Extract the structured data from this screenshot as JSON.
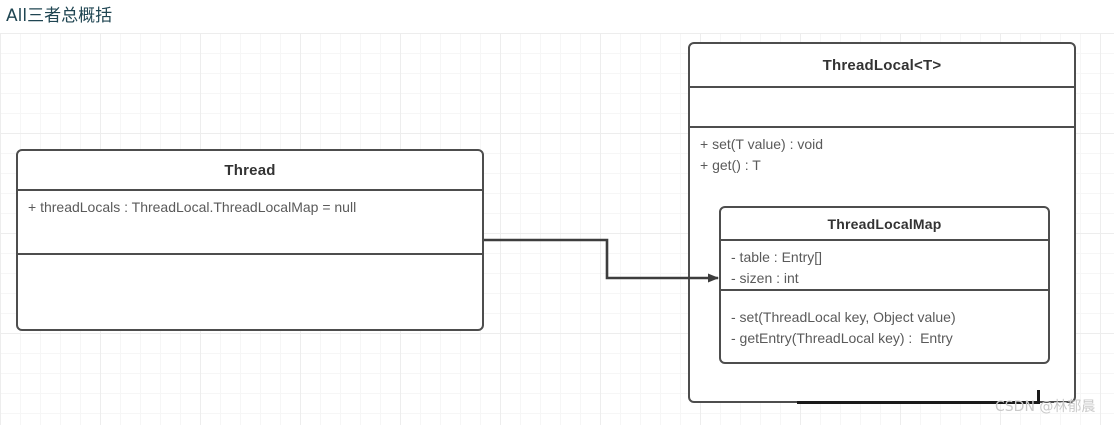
{
  "page": {
    "title": "All三者总概括",
    "title_color": "#1f4552",
    "background": "#ffffff",
    "grid": "graph-paper"
  },
  "diagram": {
    "type": "uml-class-diagram",
    "border_color": "#4d4d4d",
    "text_color": "#5a5a5a",
    "classes": [
      {
        "id": "thread",
        "name": "Thread",
        "attributes": [
          "+ threadLocals : ThreadLocal.ThreadLocalMap = null"
        ],
        "methods": []
      },
      {
        "id": "threadlocal",
        "name": "ThreadLocal<T>",
        "attributes": [],
        "methods": [
          "+ set(T value) : void",
          "+ get() : T"
        ]
      },
      {
        "id": "threadlocalmap",
        "name": "ThreadLocalMap",
        "attributes": [
          "- table : Entry[]",
          "- sizen : int"
        ],
        "methods": [
          "- set(ThreadLocal key, Object value)",
          "- getEntry(ThreadLocal key) :  Entry"
        ]
      }
    ],
    "connectors": [
      {
        "id": "thread-to-threadlocalmap",
        "from": "thread",
        "to": "threadlocalmap",
        "style": "orthogonal",
        "arrowhead": "solid-filled"
      }
    ]
  },
  "watermark": {
    "text": "CSDN @林郁晨"
  }
}
